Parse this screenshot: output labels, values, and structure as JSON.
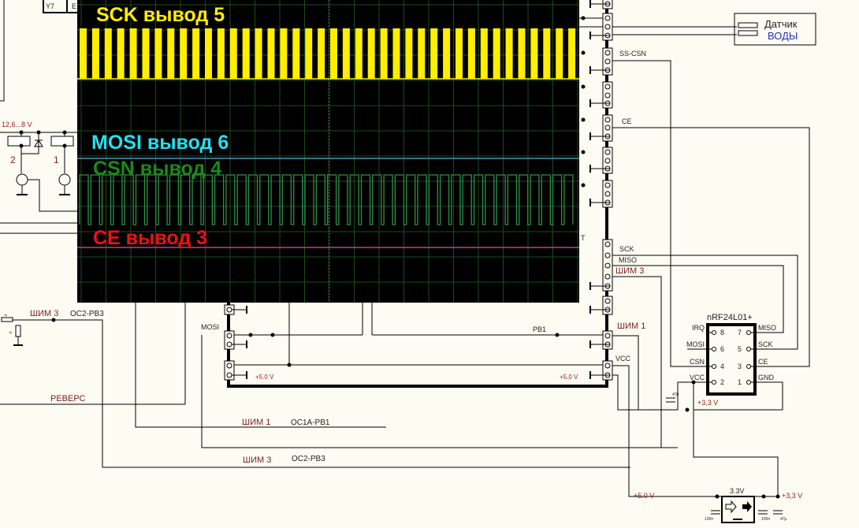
{
  "top_block": {
    "cell1": "Y7",
    "cell2": "E"
  },
  "relays": {
    "voltage": "12,6...8 V",
    "relay_2": "2",
    "relay_1": "1"
  },
  "sensor": {
    "line1": "Датчик",
    "line2": "ВОДЫ"
  },
  "connector_labels": {
    "ss_csn": "SS-CSN",
    "ce": "CE",
    "t": "T",
    "sck": "SCK",
    "miso": "MISO",
    "pwm3": "ШИМ 3",
    "pwm1": "ШИМ 1",
    "vcc": "VCC",
    "mosi": "MOSI",
    "pb1": "PB1",
    "v5_left": "+5.0 V",
    "v5_right": "+5.0 V"
  },
  "module": {
    "title": "nRF24L01+",
    "left_pins": [
      {
        "name": "IRQ",
        "num": "8"
      },
      {
        "name": "MOSI",
        "num": "6"
      },
      {
        "name": "CSN",
        "num": "4"
      },
      {
        "name": "VCC",
        "num": "2"
      }
    ],
    "right_pins": [
      {
        "name": "MISO",
        "num": "7"
      },
      {
        "name": "SCK",
        "num": "5"
      },
      {
        "name": "CE",
        "num": "3"
      },
      {
        "name": "GND",
        "num": "1"
      }
    ],
    "supply": "+3,3 V",
    "cap": "47μ"
  },
  "left_net": {
    "pwm3": "ШИМ 3",
    "oc2": "OC2-PB3",
    "reverse": "РЕВЕРС",
    "r1": "1k",
    "r2": "1k"
  },
  "bottom_net": {
    "pwm1": "ШИМ 1",
    "oc1a": "OC1A-PB1",
    "pwm3": "ШИМ 3",
    "oc2": "OC2-PB3"
  },
  "regulator": {
    "title": "3.3V",
    "in_label": "+5.0 V",
    "out_label": "+3,3 V",
    "c1": "100n",
    "c2": "100n",
    "c3": "47μ"
  },
  "oscilloscope": {
    "channels": [
      {
        "label": "SCK вывод 5",
        "color": "#ffee00"
      },
      {
        "label": "MOSI вывод 6",
        "color": "#22e0f0"
      },
      {
        "label": "CSN вывод 4",
        "color": "#1a8a1a"
      },
      {
        "label": "CE вывод 3",
        "color": "#ee1111"
      }
    ]
  }
}
